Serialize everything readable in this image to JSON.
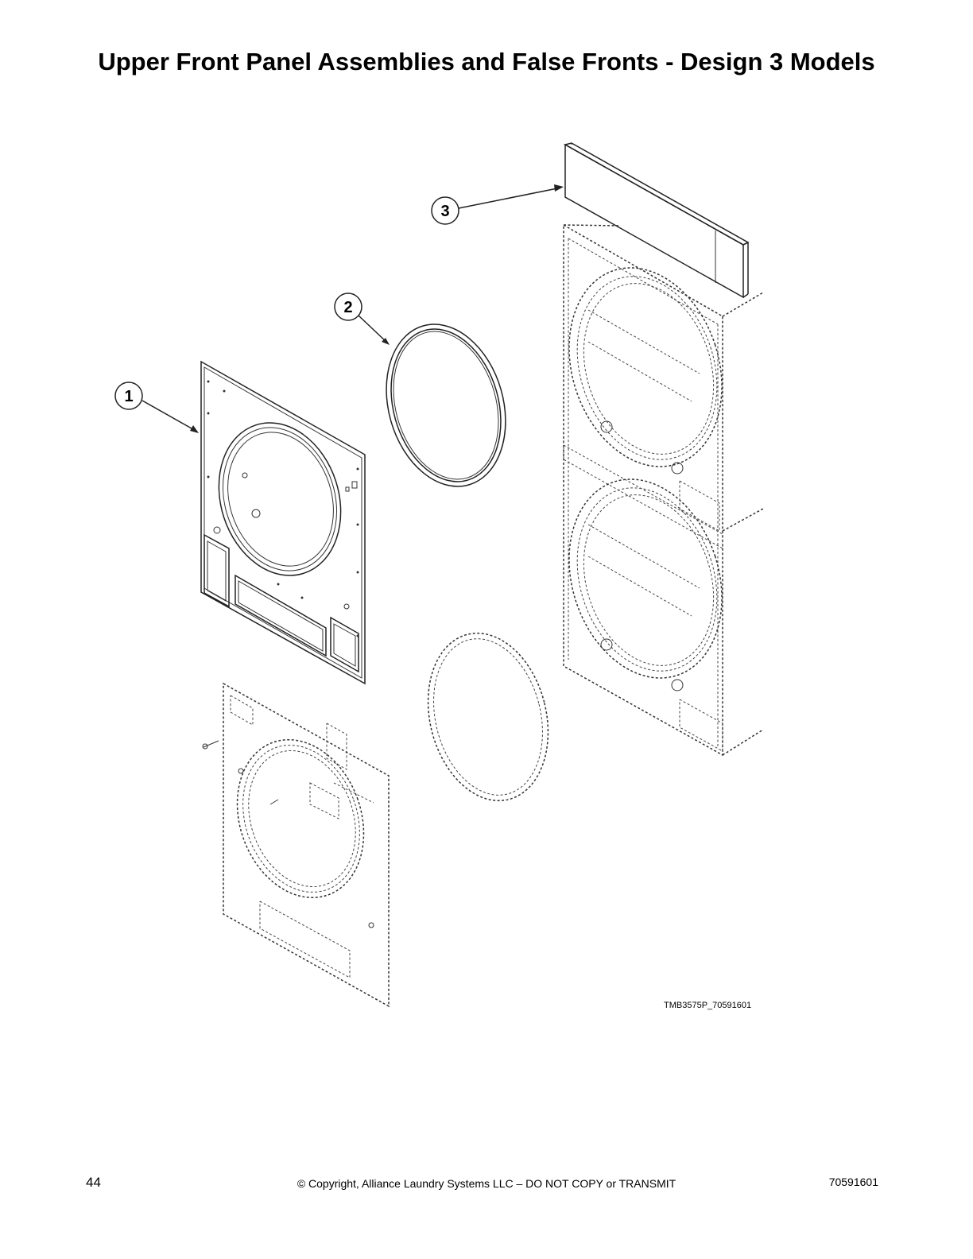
{
  "page": {
    "title": "Upper Front Panel Assemblies and False Fronts - Design 3 Models",
    "drawing_id": "TMB3575P_70591601"
  },
  "callouts": [
    {
      "number": "1"
    },
    {
      "number": "2"
    },
    {
      "number": "3"
    }
  ],
  "footer": {
    "page_number": "44",
    "copyright": "© Copyright, Alliance Laundry Systems LLC – DO NOT COPY or TRANSMIT",
    "document_number": "70591601"
  }
}
